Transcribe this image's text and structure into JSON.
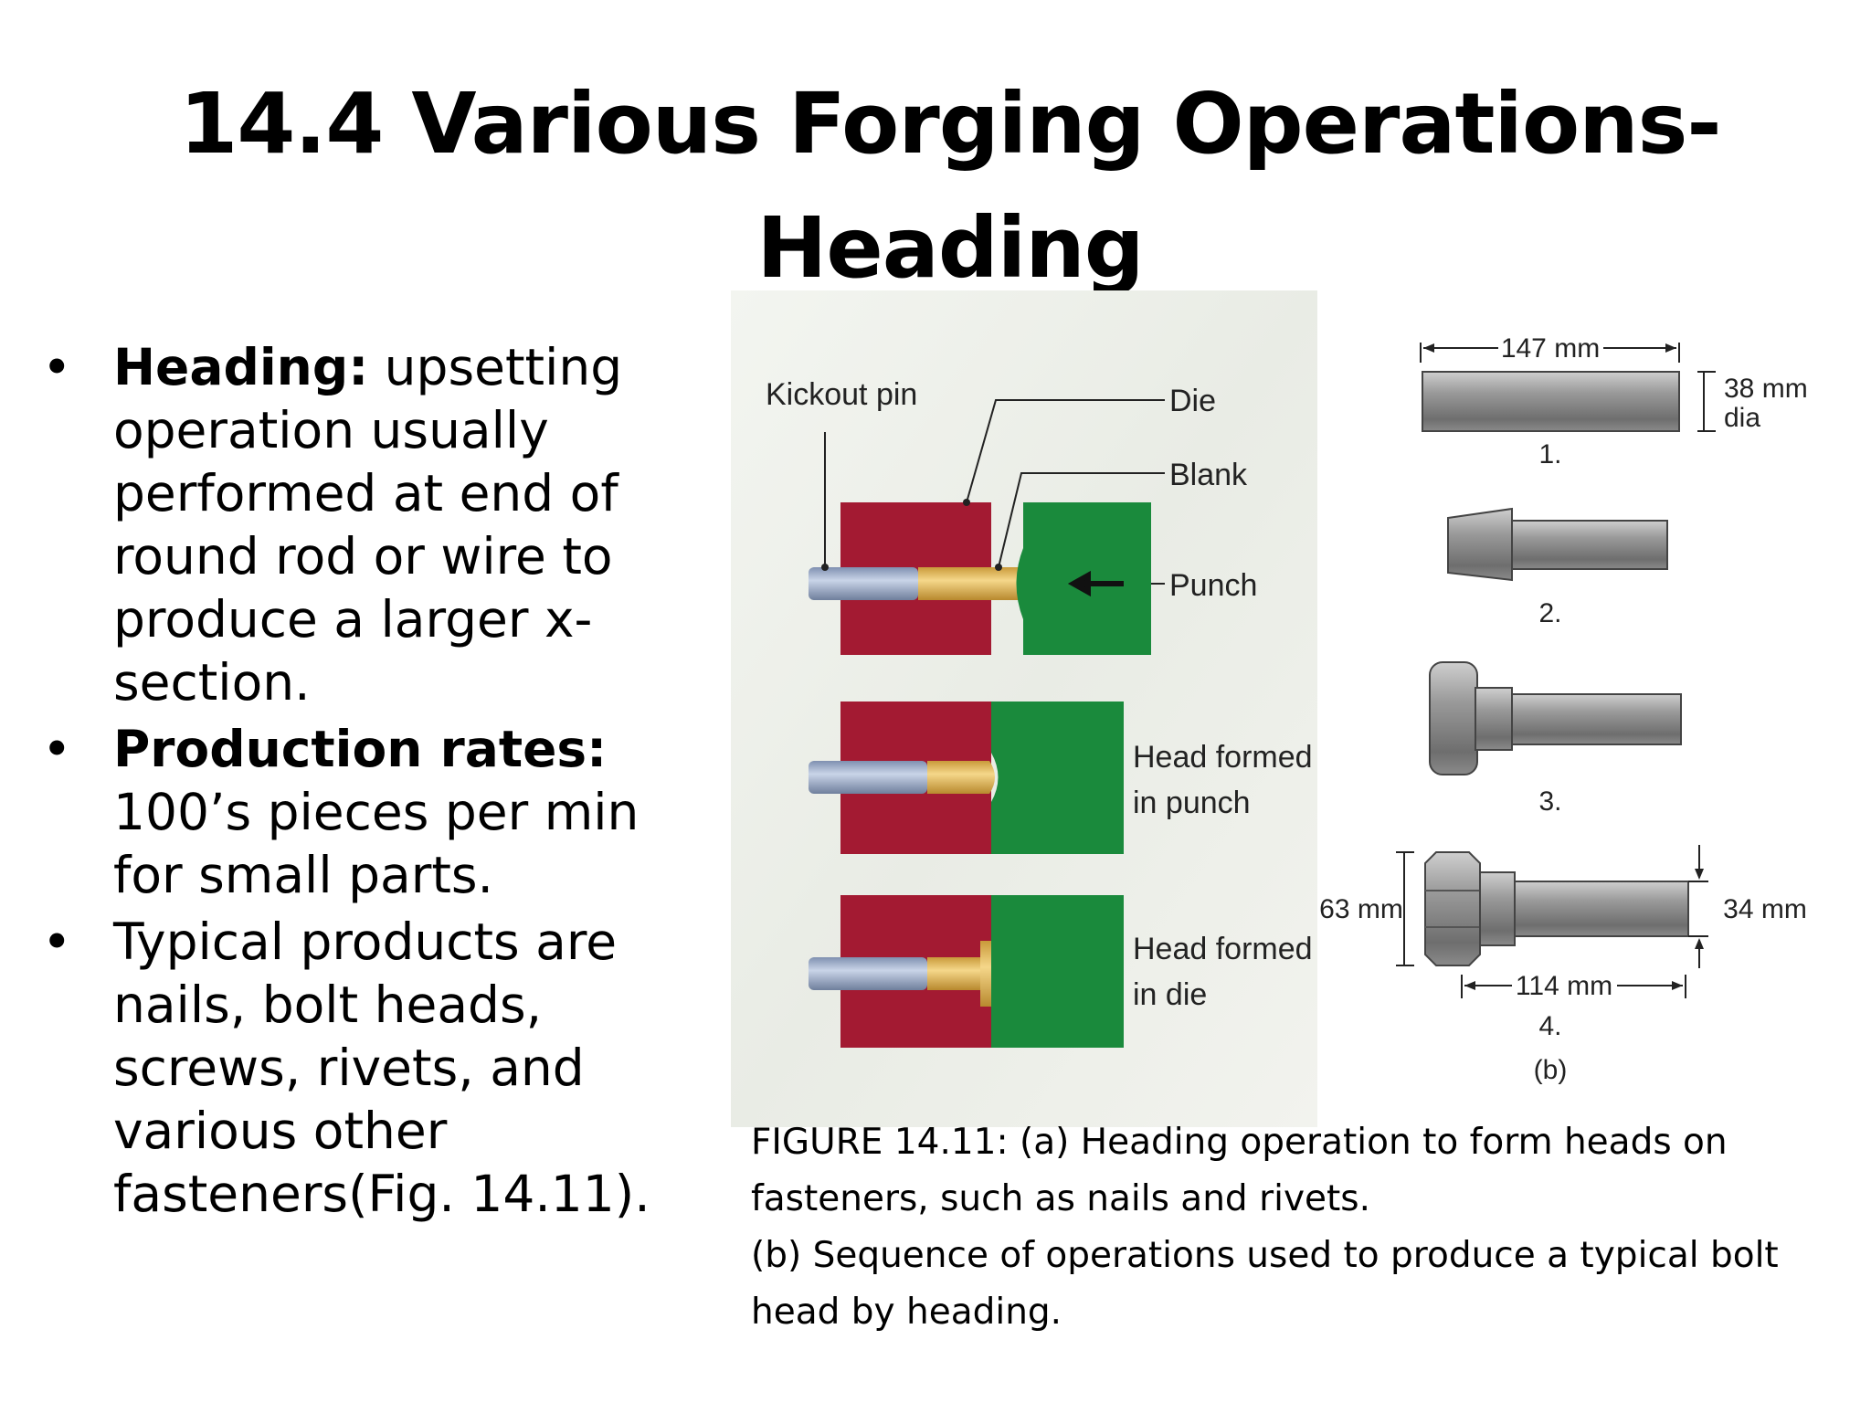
{
  "title": {
    "line1": "14.4 Various Forging Operations-",
    "line2": "Heading"
  },
  "bullets": [
    {
      "bold": "Heading:",
      "text": " upsetting operation usually performed at end of round rod or wire to produce a larger x-section."
    },
    {
      "bold": "Production rates:",
      "text": " 100’s pieces per min for small parts."
    },
    {
      "bold": "",
      "text": "Typical products are nails, bolt heads, screws, rivets, and various other fasteners(Fig. 14.11)."
    }
  ],
  "figure_a": {
    "labels": {
      "kickout_pin": "Kickout pin",
      "die": "Die",
      "blank": "Blank",
      "punch": "Punch",
      "head_punch_1": "Head formed",
      "head_punch_2": "in punch",
      "head_die_1": "Head formed",
      "head_die_2": "in die"
    },
    "colors": {
      "die": "#a31a32",
      "punch": "#1a8a3c",
      "blank": "#e8bc5a",
      "pin": "#a3b4d1"
    }
  },
  "figure_b": {
    "dim_length_1": "147 mm",
    "dim_dia_1a": "38 mm",
    "dim_dia_1b": "dia",
    "step_1": "1.",
    "step_2": "2.",
    "step_3": "3.",
    "step_4": "4.",
    "dim_head": "63 mm",
    "dim_shank": "34 mm",
    "dim_length_4": "114 mm",
    "part_label": "(b)"
  },
  "caption": {
    "line1": "FIGURE 14.11: (a) Heading operation to form heads on fasteners, such as nails and rivets.",
    "line2": "(b) Sequence of operations used to produce a typical bolt head by heading."
  }
}
